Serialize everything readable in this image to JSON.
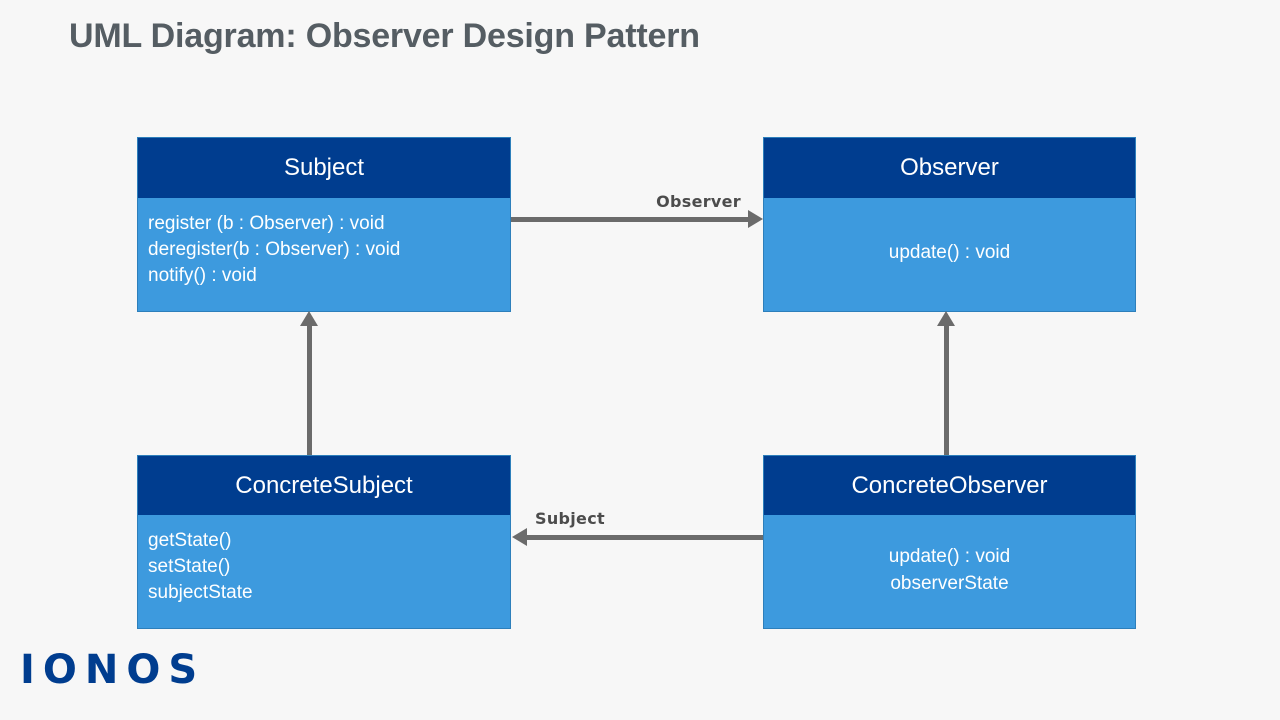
{
  "page": {
    "title": "UML Diagram: Observer Design Pattern",
    "background_color": "#f7f7f7",
    "title_color": "#555d63"
  },
  "theme": {
    "class_header_color": "#003d8f",
    "class_body_color": "#3d9ade",
    "class_text_color": "#ffffff",
    "connector_color": "#6b6b6b",
    "connector_label_color": "#4c4c4c",
    "logo_color": "#003d8f"
  },
  "diagram": {
    "classes": [
      {
        "id": "subject",
        "name": "Subject",
        "members": [
          "register (b : Observer) : void",
          "deregister(b : Observer) : void",
          "notify() : void"
        ]
      },
      {
        "id": "observer",
        "name": "Observer",
        "members": [
          "update() : void"
        ]
      },
      {
        "id": "concretesubject",
        "name": "ConcreteSubject",
        "members": [
          "getState()",
          "setState()",
          "subjectState"
        ]
      },
      {
        "id": "concreteobserver",
        "name": "ConcreteObserver",
        "members": [
          "update() : void",
          "observerState"
        ]
      }
    ],
    "connectors": [
      {
        "id": "subject-observer",
        "from": "Subject",
        "to": "Observer",
        "label": "Observer",
        "direction": "right",
        "style": "association"
      },
      {
        "id": "concreteobserver-concretesubject",
        "from": "ConcreteObserver",
        "to": "ConcreteSubject",
        "label": "Subject",
        "direction": "left",
        "style": "association"
      },
      {
        "id": "concretesubject-subject",
        "from": "ConcreteSubject",
        "to": "Subject",
        "label": "",
        "direction": "up",
        "style": "generalization"
      },
      {
        "id": "concreteobserver-observer",
        "from": "ConcreteObserver",
        "to": "Observer",
        "label": "",
        "direction": "up",
        "style": "generalization"
      }
    ]
  },
  "branding": {
    "logo_text": "IONOS"
  }
}
